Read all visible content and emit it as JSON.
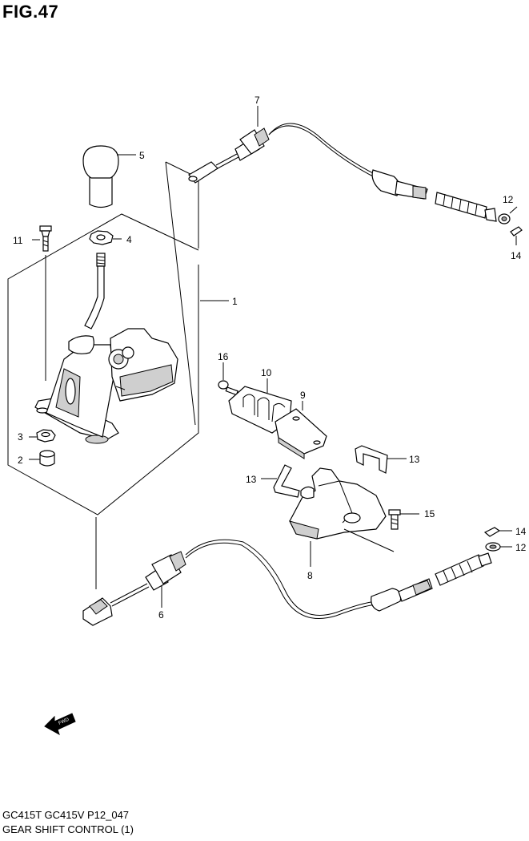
{
  "figure": {
    "title": "FIG.47",
    "code": "GC415T GC415V P12_047",
    "name": "GEAR SHIFT CONTROL (1)"
  },
  "callouts": {
    "c1": "1",
    "c2": "2",
    "c3": "3",
    "c4": "4",
    "c5": "5",
    "c6": "6",
    "c7": "7",
    "c8": "8",
    "c9": "9",
    "c10": "10",
    "c11": "11",
    "c12a": "12",
    "c12b": "12",
    "c13a": "13",
    "c13b": "13",
    "c14a": "14",
    "c14b": "14",
    "c15": "15",
    "c16": "16"
  },
  "fwd_mark": "FWD"
}
